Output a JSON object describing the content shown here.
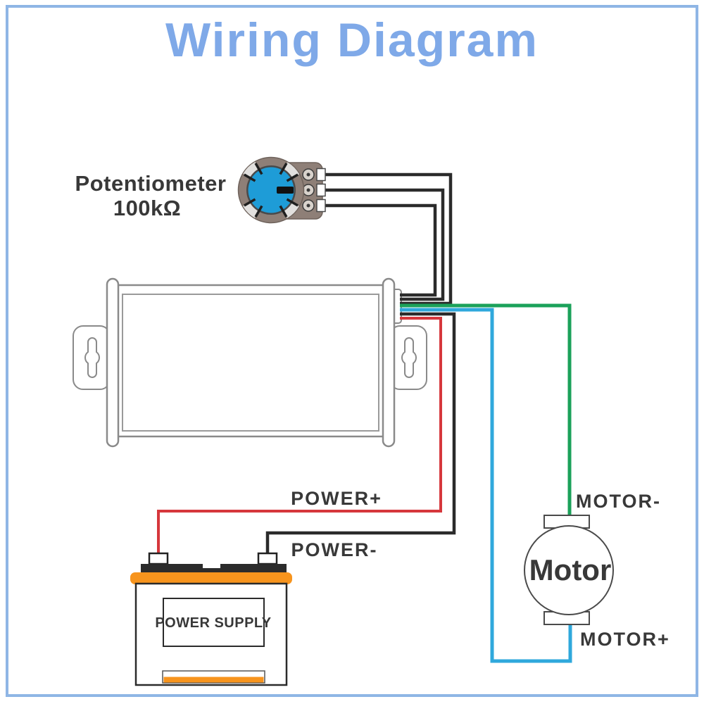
{
  "title": "Wiring Diagram",
  "labels": {
    "potentiometer_name": "Potentiometer",
    "potentiometer_value": "100kΩ",
    "power_plus": "POWER+",
    "power_minus": "POWER-",
    "motor_minus": "MOTOR-",
    "motor_plus": "MOTOR+",
    "power_supply": "POWER SUPPLY",
    "motor": "Motor"
  },
  "colors": {
    "title_blue": "#7FA9E8",
    "border_blue": "#8FB6E5",
    "wire_black": "#2B2B2B",
    "wire_red": "#D6373C",
    "wire_green": "#1BA15A",
    "wire_cyan": "#2FA8DC",
    "battery_orange": "#F7941D",
    "battery_strip_black": "#2B2B2B",
    "pot_body": "#8E7F77",
    "pot_knob_blue": "#1E9CD7",
    "text_dark": "#383838",
    "outline_gray": "#8A8A8A"
  }
}
